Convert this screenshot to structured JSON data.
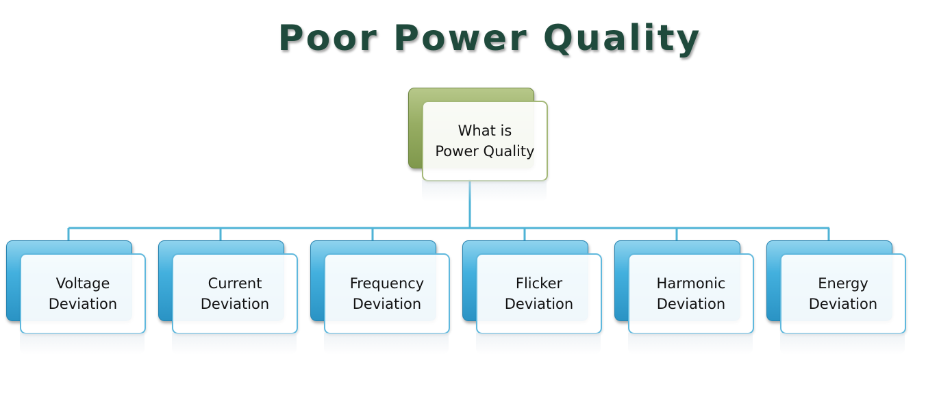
{
  "title": "Poor Power Quality",
  "diagram": {
    "root": {
      "line1": "What is",
      "line2": "Power Quality"
    },
    "children": [
      {
        "line1": "Voltage",
        "line2": "Deviation"
      },
      {
        "line1": "Current",
        "line2": "Deviation"
      },
      {
        "line1": "Frequency",
        "line2": "Deviation"
      },
      {
        "line1": "Flicker",
        "line2": "Deviation"
      },
      {
        "line1": "Harmonic",
        "line2": "Deviation"
      },
      {
        "line1": "Energy",
        "line2": "Deviation"
      }
    ]
  },
  "colors": {
    "title": "#1f4a3c",
    "root_fill": "#97ad63",
    "child_fill": "#43b0de",
    "connector": "#4fb3d6"
  }
}
